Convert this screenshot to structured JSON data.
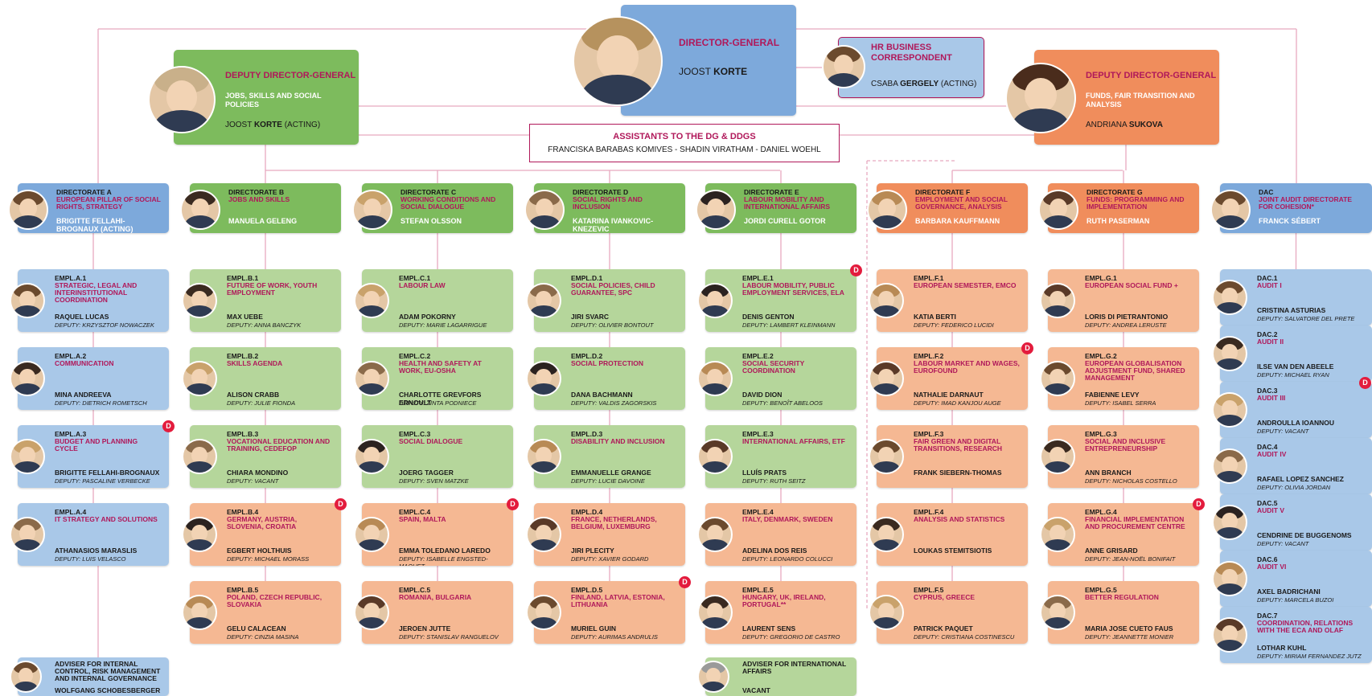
{
  "colors": {
    "blue": "#a9c8e8",
    "green": "#b5d69b",
    "orange": "#f5b893",
    "accent": "#b0185a",
    "badge": "#e31c3d"
  },
  "top": {
    "dg": {
      "title": "DIRECTOR-GENERAL",
      "name_first": "JOOST",
      "name_last": "KORTE"
    },
    "hr": {
      "title": "HR BUSINESS CORRESPONDENT",
      "name_first": "CSABA",
      "name_last": "GERGELY",
      "suffix": "(ACTING)"
    },
    "ddg1": {
      "title": "DEPUTY DIRECTOR-GENERAL",
      "subtitle": "JOBS, SKILLS AND SOCIAL POLICIES",
      "name_first": "JOOST",
      "name_last": "KORTE",
      "suffix": "(ACTING)"
    },
    "ddg2": {
      "title": "DEPUTY DIRECTOR-GENERAL",
      "subtitle": "FUNDS, FAIR TRANSITION AND ANALYSIS",
      "name_first": "ANDRIANA",
      "name_last": "SUKOVA"
    },
    "assistants": {
      "title": "ASSISTANTS TO THE DG & DDGs",
      "line": "FRANCISKA BARABAS KOMIVES - SHADIN VIRATHAM - DANIEL WOEHL"
    }
  },
  "directorates": [
    {
      "color": "blue",
      "code": "DIRECTORATE A",
      "title": "EUROPEAN PILLAR OF SOCIAL RIGHTS, STRATEGY",
      "head": "BRIGITTE FELLAHI-BROGNAUX (ACTING)"
    },
    {
      "color": "green",
      "code": "DIRECTORATE B",
      "title": "JOBS AND SKILLS",
      "head": "MANUELA GELENG"
    },
    {
      "color": "green",
      "code": "DIRECTORATE C",
      "title": "WORKING CONDITIONS AND SOCIAL DIALOGUE",
      "head": "STEFAN OLSSON"
    },
    {
      "color": "green",
      "code": "DIRECTORATE D",
      "title": "SOCIAL RIGHTS AND INCLUSION",
      "head": "KATARINA IVANKOVIC-KNEZEVIC"
    },
    {
      "color": "green",
      "code": "DIRECTORATE E",
      "title": "LABOUR MOBILITY AND INTERNATIONAL AFFAIRS",
      "head": "JORDI CURELL GOTOR"
    },
    {
      "color": "orange",
      "code": "DIRECTORATE F",
      "title": "EMPLOYMENT AND SOCIAL GOVERNANCE, ANALYSIS",
      "head": "BARBARA KAUFFMANN"
    },
    {
      "color": "orange",
      "code": "DIRECTORATE G",
      "title": "FUNDS: PROGRAMMING AND IMPLEMENTATION",
      "head": "RUTH PASERMAN"
    },
    {
      "color": "blue",
      "code": "DAC",
      "title": "JOINT AUDIT DIRECTORATE FOR COHESION*",
      "head": "FRANCK SÉBERT"
    }
  ],
  "units": [
    [
      {
        "color": "blue",
        "code": "EMPL.A.1",
        "title": "STRATEGIC, LEGAL AND INTERINSTITUTIONAL COORDINATION",
        "head": "RAQUEL LUCAS",
        "deputy": "DEPUTY: KRZYSZTOF NOWACZEK"
      },
      {
        "color": "blue",
        "code": "EMPL.A.2",
        "title": "COMMUNICATION",
        "head": "MINA ANDREEVA",
        "deputy": "DEPUTY: DIETRICH ROMETSCH"
      },
      {
        "color": "blue",
        "code": "EMPL.A.3",
        "title": "BUDGET AND PLANNING CYCLE",
        "head": "BRIGITTE FELLAHI-BROGNAUX",
        "deputy": "DEPUTY: PASCALINE VERBECKE",
        "badge": "D"
      },
      {
        "color": "blue",
        "code": "EMPL.A.4",
        "title": "IT STRATEGY AND SOLUTIONS",
        "head": "ATHANASIOS MARASLIS",
        "deputy": "DEPUTY: LUIS VELASCO"
      }
    ],
    [
      {
        "color": "green",
        "code": "EMPL.B.1",
        "title": "FUTURE OF WORK, YOUTH EMPLOYMENT",
        "head": "MAX UEBE",
        "deputy": "DEPUTY: ANNA BANCZYK"
      },
      {
        "color": "green",
        "code": "EMPL.B.2",
        "title": "SKILLS AGENDA",
        "head": "ALISON CRABB",
        "deputy": "DEPUTY: JULIE FIONDA"
      },
      {
        "color": "green",
        "code": "EMPL.B.3",
        "title": "VOCATIONAL EDUCATION AND TRAINING, CEDEFOP",
        "head": "CHIARA MONDINO",
        "deputy": "DEPUTY: VACANT"
      },
      {
        "color": "orange",
        "code": "EMPL.B.4",
        "title": "GERMANY, AUSTRIA, SLOVENIA, CROATIA",
        "head": "EGBERT HOLTHUIS",
        "deputy": "DEPUTY: MICHAEL MORASS",
        "badge": "D"
      },
      {
        "color": "orange",
        "code": "EMPL.B.5",
        "title": "POLAND, CZECH REPUBLIC, SLOVAKIA",
        "head": "GELU CALACEAN",
        "deputy": "DEPUTY: CINZIA MASINA"
      }
    ],
    [
      {
        "color": "green",
        "code": "EMPL.C.1",
        "title": "LABOUR LAW",
        "head": "ADAM POKORNY",
        "deputy": "DEPUTY: MARIE LAGARRIGUE"
      },
      {
        "color": "green",
        "code": "EMPL.C.2",
        "title": "HEALTH AND SAFETY AT WORK, EU-OSHA",
        "head": "CHARLOTTE GREVFORS ERNOULT",
        "deputy": "DEPUTY: ZINTA PODNIECE"
      },
      {
        "color": "green",
        "code": "EMPL.C.3",
        "title": "SOCIAL DIALOGUE",
        "head": "JOERG TAGGER",
        "deputy": "DEPUTY: SVEN MATZKE"
      },
      {
        "color": "orange",
        "code": "EMPL.C.4",
        "title": "SPAIN, MALTA",
        "head": "EMMA TOLEDANO LAREDO",
        "deputy": "DEPUTY: ISABELLE ENGSTED-MAQUET",
        "badge": "D"
      },
      {
        "color": "orange",
        "code": "EMPL.C.5",
        "title": "ROMANIA, BULGARIA",
        "head": "JEROEN JUTTE",
        "deputy": "DEPUTY: STANISLAV RANGUELOV"
      }
    ],
    [
      {
        "color": "green",
        "code": "EMPL.D.1",
        "title": "SOCIAL POLICIES, CHILD GUARANTEE, SPC",
        "head": "JIRI SVARC",
        "deputy": "DEPUTY: OLIVIER BONTOUT"
      },
      {
        "color": "green",
        "code": "EMPL.D.2",
        "title": "SOCIAL PROTECTION",
        "head": "DANA BACHMANN",
        "deputy": "DEPUTY: VALDIS ZAGORSKIS"
      },
      {
        "color": "green",
        "code": "EMPL.D.3",
        "title": "DISABILITY AND INCLUSION",
        "head": "EMMANUELLE GRANGE",
        "deputy": "DEPUTY: LUCIE DAVOINE"
      },
      {
        "color": "orange",
        "code": "EMPL.D.4",
        "title": "FRANCE, NETHERLANDS, BELGIUM, LUXEMBURG",
        "head": "JIRI PLECITY",
        "deputy": "DEPUTY: XAVIER GODARD"
      },
      {
        "color": "orange",
        "code": "EMPL.D.5",
        "title": "FINLAND, LATVIA, ESTONIA, LITHUANIA",
        "head": "MURIEL GUIN",
        "deputy": "DEPUTY: AURIMAS ANDRULIS",
        "badge": "D"
      }
    ],
    [
      {
        "color": "green",
        "code": "EMPL.E.1",
        "title": "LABOUR MOBILITY, PUBLIC EMPLOYMENT SERVICES, ELA",
        "head": "DENIS GENTON",
        "deputy": "DEPUTY: LAMBERT KLEINMANN",
        "badge": "D"
      },
      {
        "color": "green",
        "code": "EMPL.E.2",
        "title": "SOCIAL SECURITY COORDINATION",
        "head": "DAVID DION",
        "deputy": "DEPUTY: BENOÎT ABELOOS"
      },
      {
        "color": "green",
        "code": "EMPL.E.3",
        "title": "INTERNATIONAL AFFAIRS, ETF",
        "head": "LLUÍS PRATS",
        "deputy": "DEPUTY: RUTH SEITZ"
      },
      {
        "color": "orange",
        "code": "EMPL.E.4",
        "title": "ITALY, DENMARK, SWEDEN",
        "head": "ADELINA DOS REIS",
        "deputy": "DEPUTY: LEONARDO COLUCCI"
      },
      {
        "color": "orange",
        "code": "EMPL.E.5",
        "title": "HUNGARY, UK, IRELAND, PORTUGAL**",
        "head": "LAURENT SENS",
        "deputy": "DEPUTY: GREGORIO DE CASTRO"
      }
    ],
    [
      {
        "color": "orange",
        "code": "EMPL.F.1",
        "title": "EUROPEAN SEMESTER, EMCO",
        "head": "KATIA BERTI",
        "deputy": "DEPUTY: FEDERICO LUCIDI"
      },
      {
        "color": "orange",
        "code": "EMPL.F.2",
        "title": "LABOUR MARKET AND WAGES, EUROFOUND",
        "head": "NATHALIE DARNAUT",
        "deputy": "DEPUTY: IMAD KANJOU AUGE",
        "badge": "D"
      },
      {
        "color": "orange",
        "code": "EMPL.F.3",
        "title": "FAIR GREEN AND DIGITAL TRANSITIONS, RESEARCH",
        "head": "FRANK SIEBERN-THOMAS",
        "deputy": ""
      },
      {
        "color": "orange",
        "code": "EMPL.F.4",
        "title": "ANALYSIS AND STATISTICS",
        "head": "LOUKAS STEMITSIOTIS",
        "deputy": ""
      },
      {
        "color": "orange",
        "code": "EMPL.F.5",
        "title": "CYPRUS, GREECE",
        "head": "PATRICK PAQUET",
        "deputy": "DEPUTY: CRISTIANA COSTINESCU"
      }
    ],
    [
      {
        "color": "orange",
        "code": "EMPL.G.1",
        "title": "EUROPEAN SOCIAL FUND +",
        "head": "LORIS DI PIETRANTONIO",
        "deputy": "DEPUTY: ANDREA LERUSTE"
      },
      {
        "color": "orange",
        "code": "EMPL.G.2",
        "title": "EUROPEAN GLOBALISATION ADJUSTMENT FUND, SHARED MANAGEMENT",
        "head": "FABIENNE LEVY",
        "deputy": "DEPUTY: ISABEL SERRA"
      },
      {
        "color": "orange",
        "code": "EMPL.G.3",
        "title": "SOCIAL AND INCLUSIVE ENTREPRENEURSHIP",
        "head": "ANN BRANCH",
        "deputy": "DEPUTY: NICHOLAS COSTELLO"
      },
      {
        "color": "orange",
        "code": "EMPL.G.4",
        "title": "FINANCIAL IMPLEMENTATION AND PROCUREMENT CENTRE",
        "head": "ANNE GRISARD",
        "deputy": "DEPUTY: JEAN-NOËL BONIFAIT",
        "badge": "D"
      },
      {
        "color": "orange",
        "code": "EMPL.G.5",
        "title": "BETTER REGULATION",
        "head": "MARIA JOSE CUETO FAUS",
        "deputy": "DEPUTY: JEANNETTE MONIER"
      }
    ],
    [
      {
        "color": "blue",
        "code": "DAC.1",
        "title": "AUDIT I",
        "head": "CRISTINA ASTURIAS",
        "deputy": "DEPUTY: SALVATORE DEL PRETE"
      },
      {
        "color": "blue",
        "code": "DAC.2",
        "title": "AUDIT II",
        "head": "ILSE VAN DEN ABEELE",
        "deputy": "DEPUTY: MICHAEL RYAN"
      },
      {
        "color": "blue",
        "code": "DAC.3",
        "title": "AUDIT III",
        "head": "ANDROULLA IOANNOU",
        "deputy": "DEPUTY: VACANT",
        "badge": "D"
      },
      {
        "color": "blue",
        "code": "DAC.4",
        "title": "AUDIT IV",
        "head": "RAFAEL LOPEZ SANCHEZ",
        "deputy": "DEPUTY: OLIVIA JORDAN"
      },
      {
        "color": "blue",
        "code": "DAC.5",
        "title": "AUDIT V",
        "head": "CENDRINE DE BUGGENOMS",
        "deputy": "DEPUTY: VACANT"
      },
      {
        "color": "blue",
        "code": "DAC.6",
        "title": "AUDIT VI",
        "head": "AXEL BADRICHANI",
        "deputy": "DEPUTY: MARCELA BUZOI"
      },
      {
        "color": "blue",
        "code": "DAC.7",
        "title": "COORDINATION, RELATIONS WITH THE ECA AND OLAF",
        "head": "LOTHAR KUHL",
        "deputy": "DEPUTY: MIRIAM FERNANDEZ JUTZ"
      }
    ]
  ],
  "advisers": [
    {
      "color": "blue",
      "title": "ADVISER FOR INTERNAL CONTROL, RISK MANAGEMENT AND INTERNAL GOVERNANCE",
      "head": "WOLFGANG SCHOBESBERGER"
    },
    {
      "color": "green",
      "title": "ADVISER FOR INTERNATIONAL AFFAIRS",
      "head": "VACANT"
    }
  ]
}
